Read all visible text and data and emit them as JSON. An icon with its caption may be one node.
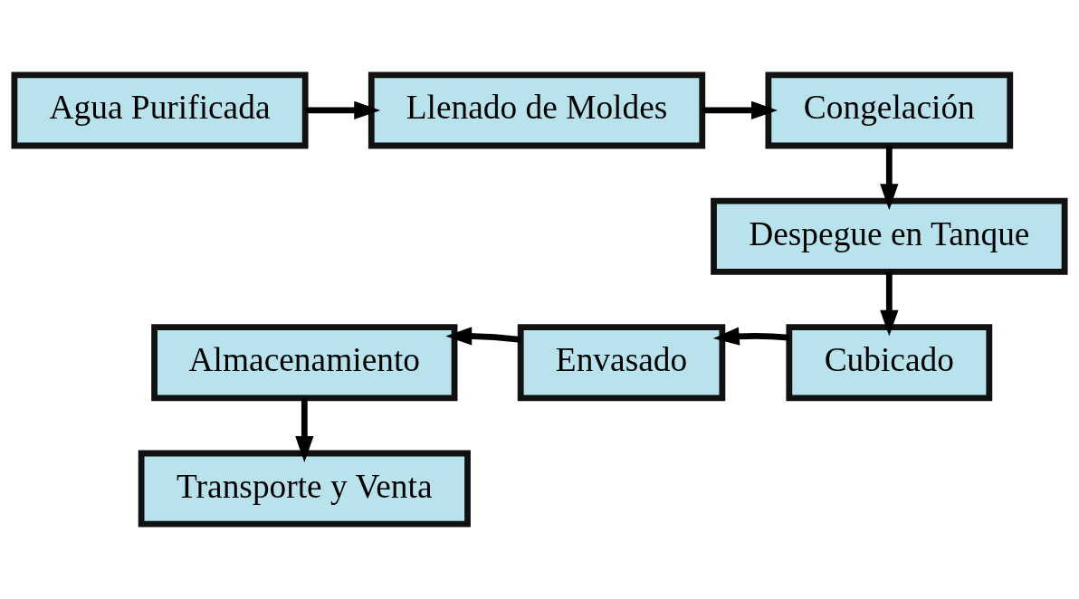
{
  "diagram": {
    "nodes": [
      {
        "text": [
          "Agua Purificada"
        ]
      },
      {
        "text": [
          "Llenado de Moldes"
        ]
      },
      {
        "text": [
          "Congelación"
        ]
      },
      {
        "text": [
          "Despegue en Tanque"
        ]
      },
      {
        "text": [
          "Cubicado"
        ]
      },
      {
        "text": [
          "Envasado"
        ]
      },
      {
        "text": [
          "Almacenamiento"
        ]
      },
      {
        "text": [
          "Transporte y Venta"
        ]
      }
    ],
    "edges": [
      {
        "from": 0,
        "to": 1,
        "arrow": "to"
      },
      {
        "from": 1,
        "to": 2,
        "arrow": "to"
      },
      {
        "from": 2,
        "to": 3,
        "arrow": "to"
      },
      {
        "from": 3,
        "to": 4,
        "arrow": "to"
      },
      {
        "from": 4,
        "to": 5,
        "arrow": "to"
      },
      {
        "from": 5,
        "to": 6,
        "arrow": "to"
      },
      {
        "from": 6,
        "to": 7,
        "arrow": "to"
      }
    ]
  }
}
